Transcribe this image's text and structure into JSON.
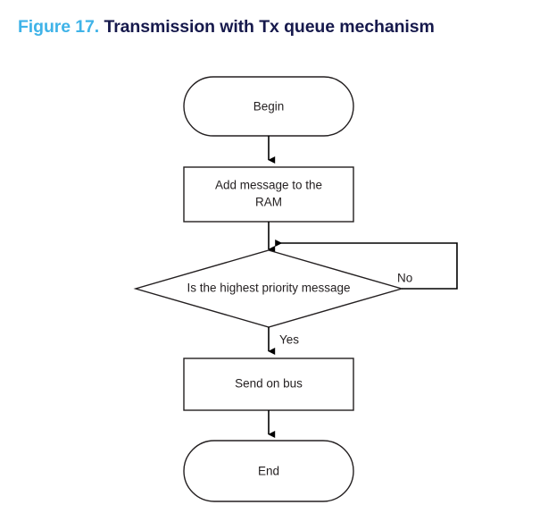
{
  "caption": {
    "label": "Figure 17.",
    "title": "Transmission with Tx queue mechanism",
    "label_color": "#3FB3E8",
    "title_color": "#16194C"
  },
  "diagram": {
    "type": "flowchart",
    "orientation": "top-to-bottom",
    "nodes": [
      {
        "id": "begin",
        "shape": "stadium",
        "text": "Begin"
      },
      {
        "id": "add",
        "shape": "rectangle",
        "text_line1": "Add message to the",
        "text_line2": "RAM"
      },
      {
        "id": "decision",
        "shape": "diamond",
        "text": "Is the highest priority message"
      },
      {
        "id": "send",
        "shape": "rectangle",
        "text": "Send on bus"
      },
      {
        "id": "end",
        "shape": "stadium",
        "text": "End"
      }
    ],
    "edges": [
      {
        "from": "begin",
        "to": "add",
        "label": ""
      },
      {
        "from": "add",
        "to": "decision",
        "label": ""
      },
      {
        "from": "decision",
        "to": "send",
        "label": "Yes"
      },
      {
        "from": "decision",
        "to": "add",
        "label": "No"
      },
      {
        "from": "send",
        "to": "end",
        "label": ""
      }
    ],
    "labels": {
      "yes": "Yes",
      "no": "No"
    },
    "colors": {
      "stroke": "#231F20",
      "fill": "#FFFFFF",
      "arrow": "#000000"
    }
  }
}
